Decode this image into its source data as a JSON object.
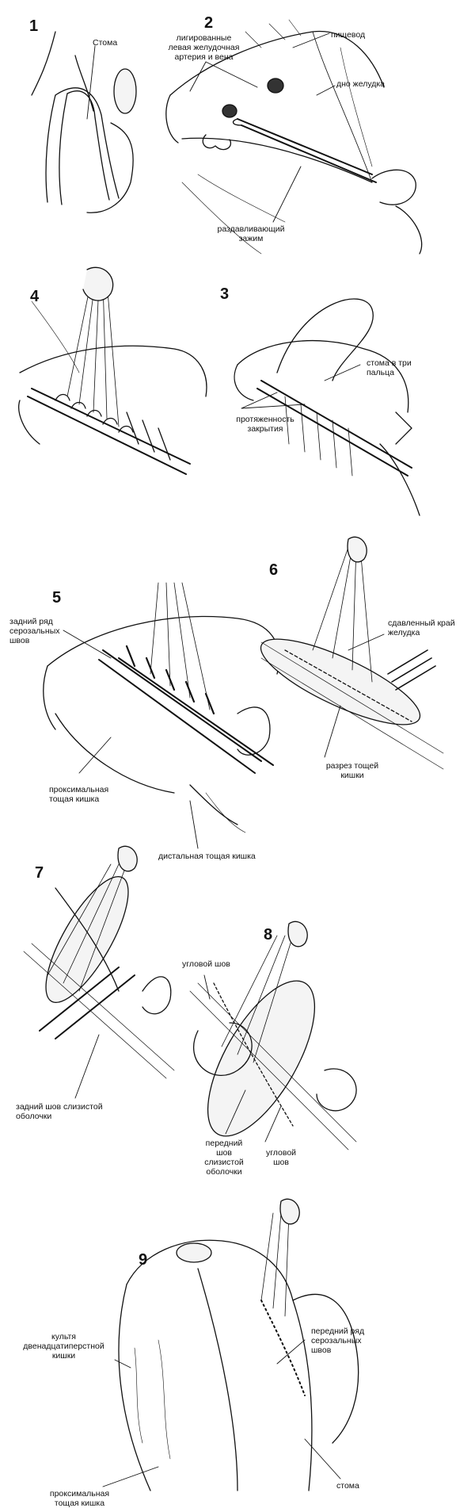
{
  "colors": {
    "ink": "#111111",
    "tissue": "#f4f4f4",
    "background": "#ffffff"
  },
  "panels": [
    {
      "number": "1",
      "labels": [
        "Стома"
      ]
    },
    {
      "number": "2",
      "labels": [
        "лигированные\nлевая желудочная\nартерия и вена",
        "пищевод",
        "дно желудка",
        "раздавливающий\nзажим"
      ]
    },
    {
      "number": "3",
      "labels": [
        "стома в три\nпальца",
        "протяженность\nзакрытия"
      ]
    },
    {
      "number": "4",
      "labels": []
    },
    {
      "number": "5",
      "labels": [
        "задний ряд\nсерозальных\nшвов",
        "проксимальная\nтощая кишка",
        "дистальная тощая кишка"
      ]
    },
    {
      "number": "6",
      "labels": [
        "сдавленный край\nжелудка",
        "разрез тощей\nкишки"
      ]
    },
    {
      "number": "7",
      "labels": [
        "задний шов слизистой\nоболочки"
      ]
    },
    {
      "number": "8",
      "labels": [
        "угловой шов",
        "передний\nшов\nслизистой\nоболочки",
        "угловой\nшов"
      ]
    },
    {
      "number": "9",
      "labels": [
        "культя\nдвенадцатиперстной\nкишки",
        "передний ряд\nсерозальных\nшвов",
        "проксимальная\nтощая кишка",
        "стома"
      ]
    }
  ]
}
